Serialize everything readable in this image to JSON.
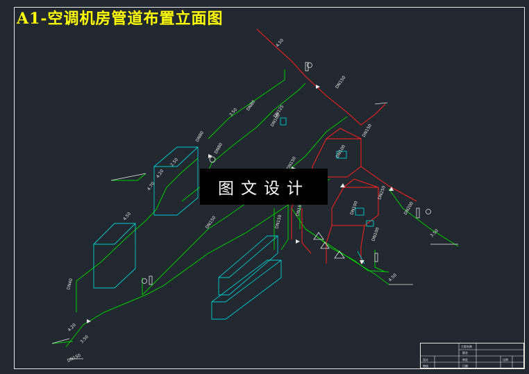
{
  "title": "A1-空调机房管道布置立面图",
  "watermark": "图文设计",
  "colors": {
    "background": "#212830",
    "title": "#ffff00",
    "supply_pipe": "#00cc00",
    "return_pipe": "#ff2020",
    "equipment": "#00cccc",
    "annotation": "#e8e8e8"
  },
  "pipe_labels": {
    "dn150_a": "DN150",
    "dn150_b": "DN150",
    "dn150_c": "DN150",
    "dn150_d": "DN150",
    "dn150_e": "DN150",
    "dn150_f": "DN150",
    "dn100_a": "DN100",
    "dn100_b": "DN100",
    "dn100_c": "DN100",
    "dn100_d": "DN100",
    "dn125": "DN125",
    "dn80_a": "DN80",
    "dn80_b": "DN80",
    "dn80_c": "DN80",
    "dn40": "DN40",
    "dn250": "DN250",
    "dn200": "DN200",
    "dn150_bl": "DN150"
  },
  "elevation_labels": {
    "e1": "4.50",
    "e2": "3.50",
    "e3": "2.50",
    "e4": "4.70",
    "e5": "4.50",
    "e6": "4.20",
    "e7": "3.50",
    "e8": "4.50",
    "e9": "3.50",
    "e10": "4.20"
  },
  "title_block": {
    "project_label": "工程名称",
    "drawing_label": "图名",
    "design": "设计",
    "check": "审核",
    "approve": "审定",
    "date": "日期",
    "scale": "比例"
  }
}
